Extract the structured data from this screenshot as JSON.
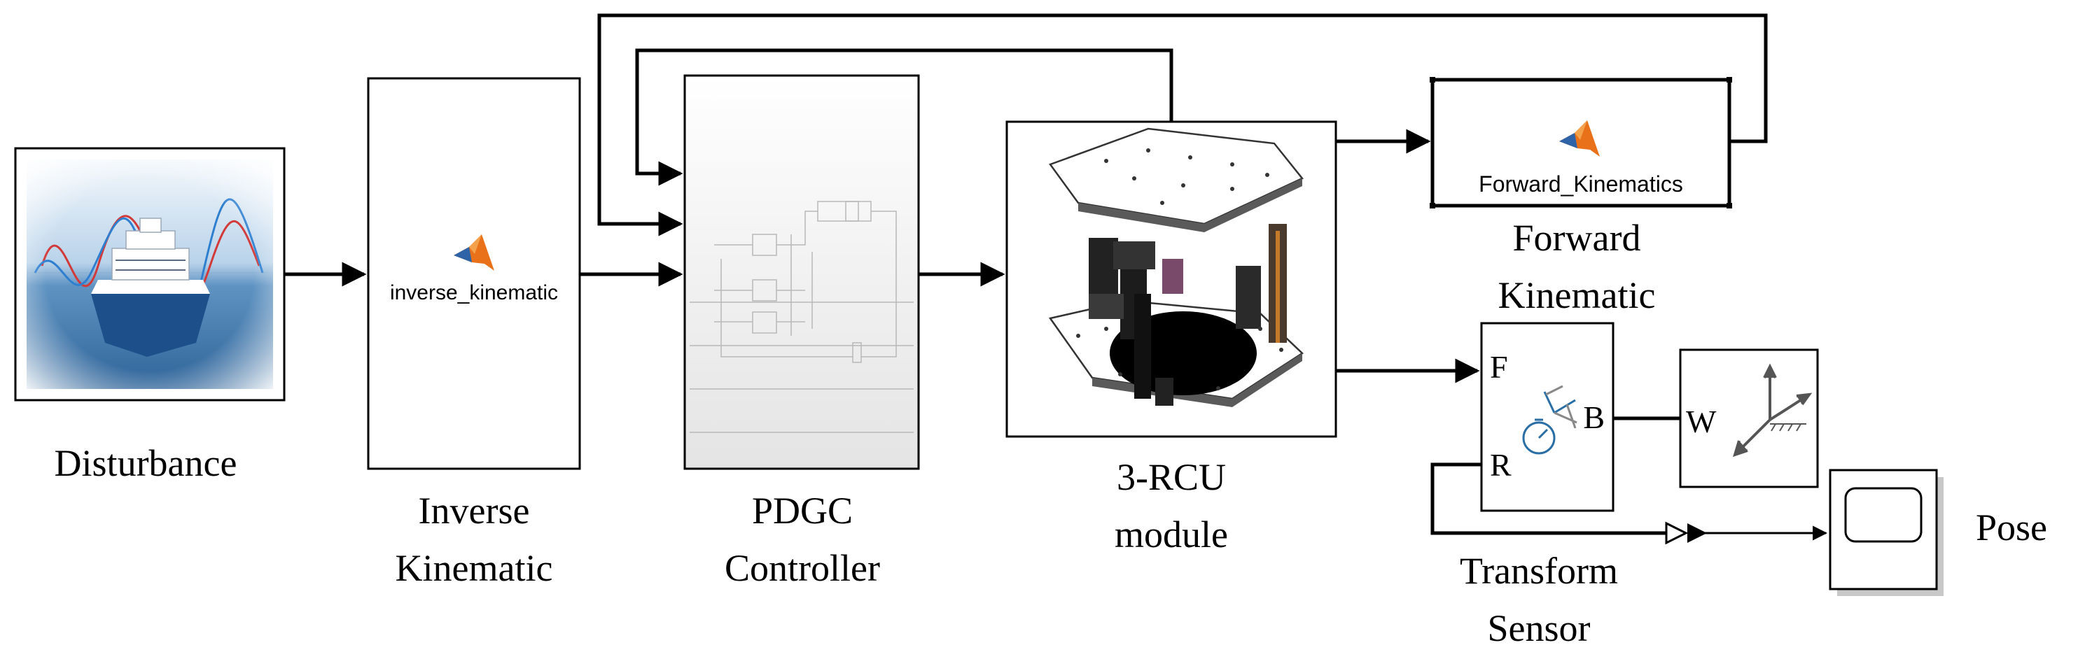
{
  "blocks": {
    "disturbance": {
      "label": "Disturbance"
    },
    "inverse_kinematic": {
      "inner_label": "inverse_kinematic",
      "label_line1": "Inverse",
      "label_line2": "Kinematic"
    },
    "pdgc_controller": {
      "label_line1": "PDGC",
      "label_line2": "Controller"
    },
    "rcu_module": {
      "label_line1": "3-RCU",
      "label_line2": "module"
    },
    "forward_kinematics": {
      "inner_label": "Forward_Kinematics",
      "label_line1": "Forward",
      "label_line2": "Kinematic"
    },
    "transform_sensor": {
      "port_f": "F",
      "port_r": "R",
      "port_b": "B",
      "label_line1": "Transform",
      "label_line2": "Sensor"
    },
    "world_frame": {
      "port_w": "W"
    },
    "scope": {
      "label": "Pose"
    }
  },
  "icons": [
    "matlab-function-icon",
    "ship-wave-icon",
    "sensor-frame-icon",
    "world-frame-icon",
    "scope-screen-icon"
  ],
  "colors": {
    "matlab_orange": "#e8711a",
    "matlab_blue": "#2f63a8",
    "wave_red": "#d23a3a",
    "wave_blue": "#2f7fd0",
    "sensor_blue": "#2a6ea6"
  }
}
